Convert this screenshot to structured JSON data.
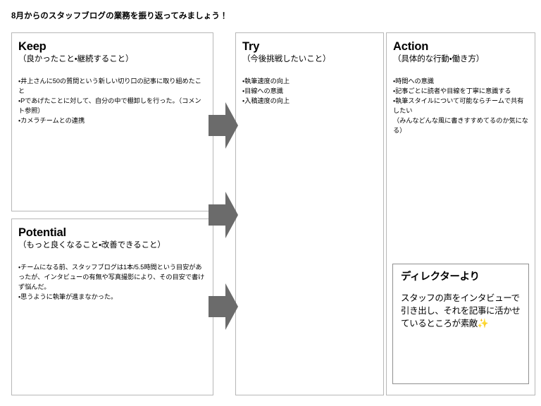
{
  "page": {
    "title": "8月からのスタッフブログの業務を振り返ってみましょう！",
    "arrow_color": "#6b6b6b",
    "border_color": "#b7b7b7",
    "sparkle_color": "#f5c518"
  },
  "panels": [
    {
      "id": "keep",
      "title": "Keep",
      "subtitle": "（良かったこと・継続すること）",
      "body": "・井上さんに50の質問という新しい切り口の記事に取り組めたこと\n・Pであげたことに対して、自分の中で棚卸しを行った。（コメント参照）\n・カメラチームとの連携"
    },
    {
      "id": "potential",
      "title": "Potential",
      "subtitle": "（もっと良くなること・改善できること）",
      "body": "・チームになる前、スタッフブログは1本/5.5時間という目安があったが、インタビューの有無や写真撮影により、その目安で書けず悩んだ。\n・思うように執筆が進まなかった。"
    },
    {
      "id": "try",
      "title": "Try",
      "subtitle": "（今後挑戦したいこと）",
      "body": "・執筆速度の向上\n・目線への意識\n・入稿速度の向上"
    },
    {
      "id": "action",
      "title": "Action",
      "subtitle": "（具体的な行動・働き方）",
      "body": "・時間への意識\n・記事ごとに読者や目線を丁寧に意識する\n・執筆スタイルについて可能ならチームで共有したい\n（みんなどんな風に書きすすめてるのか気になる）"
    }
  ],
  "director": {
    "title": "ディレクターより",
    "body": "スタッフの声をインタビューで引き出し、それを記事に活かせているところが素敵",
    "sparkle": "✨"
  },
  "arrows": [
    {
      "name": "arrow-keep-to-try",
      "direction": "right"
    },
    {
      "name": "arrow-middle-to-try",
      "direction": "right"
    },
    {
      "name": "arrow-potential-to-try",
      "direction": "right"
    }
  ]
}
